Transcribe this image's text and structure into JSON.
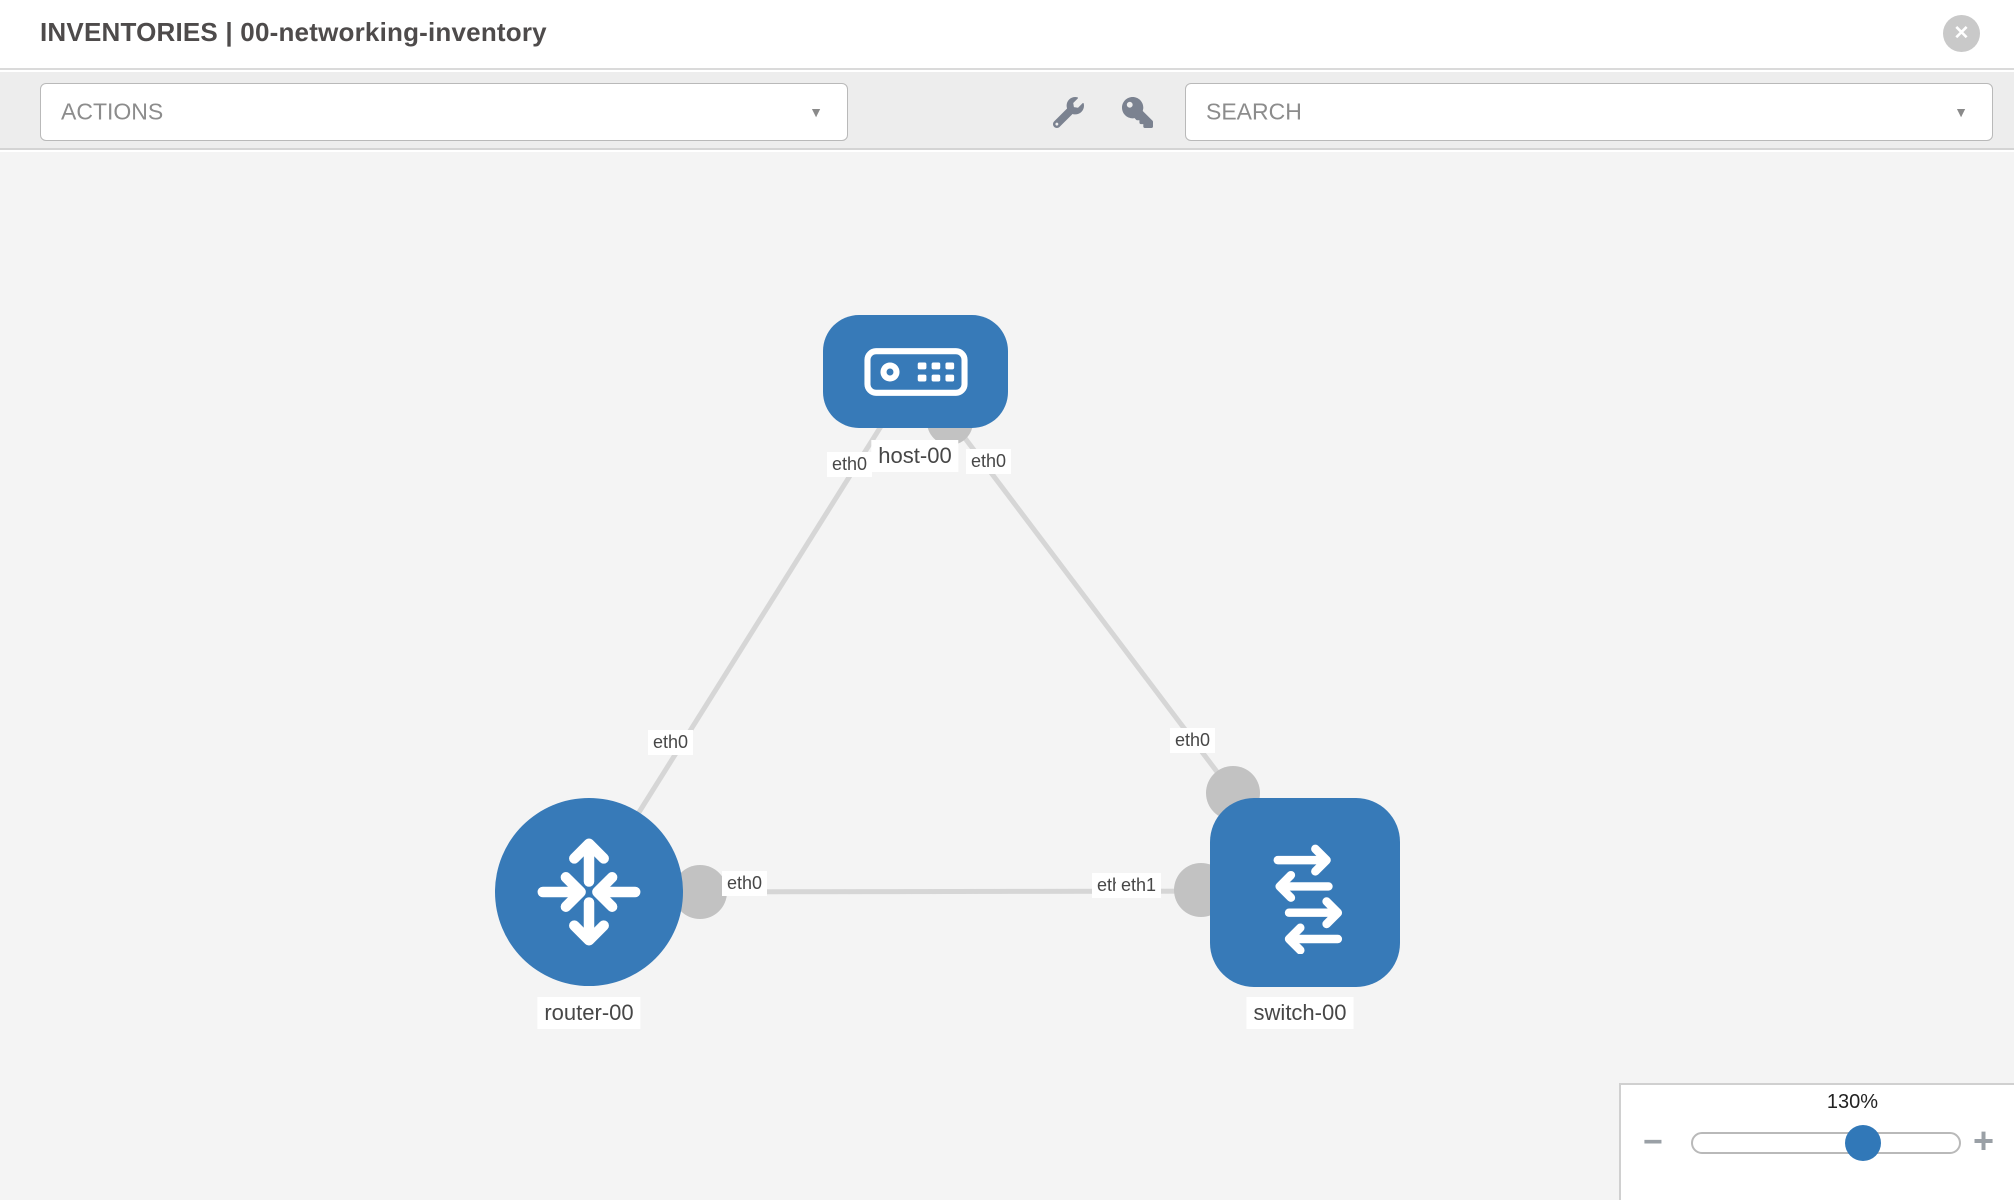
{
  "header": {
    "title": "INVENTORIES | 00-networking-inventory",
    "close_glyph": "✕"
  },
  "toolbar": {
    "actions_label": "ACTIONS",
    "search_label": "SEARCH",
    "caret_glyph": "▼"
  },
  "topology": {
    "nodes": [
      {
        "label": "host-00",
        "type": "host"
      },
      {
        "label": "router-00",
        "type": "router"
      },
      {
        "label": "switch-00",
        "type": "switch"
      }
    ],
    "links": [
      {
        "from": "host-00",
        "to": "router-00",
        "from_iface": "eth0",
        "to_iface": "eth0"
      },
      {
        "from": "host-00",
        "to": "switch-00",
        "from_iface": "eth0",
        "to_iface": "eth0"
      },
      {
        "from": "router-00",
        "to": "switch-00",
        "from_iface": "eth0",
        "to_iface": "eth1"
      }
    ],
    "interface_labels": [
      {
        "text": "eth0"
      },
      {
        "text": "eth0"
      },
      {
        "text": "eth0"
      },
      {
        "text": "eth0"
      },
      {
        "text": "eth0"
      },
      {
        "text": "eth0"
      },
      {
        "text": "eth1"
      }
    ]
  },
  "zoom": {
    "level": "130%",
    "minus_glyph": "−",
    "plus_glyph": "+"
  },
  "colors": {
    "node_blue": "#377ab8",
    "link_gray": "#d6d6d6",
    "connector_gray": "#c2c2c2",
    "knob_blue": "#3178b8",
    "icon_gray": "#7b8290"
  }
}
